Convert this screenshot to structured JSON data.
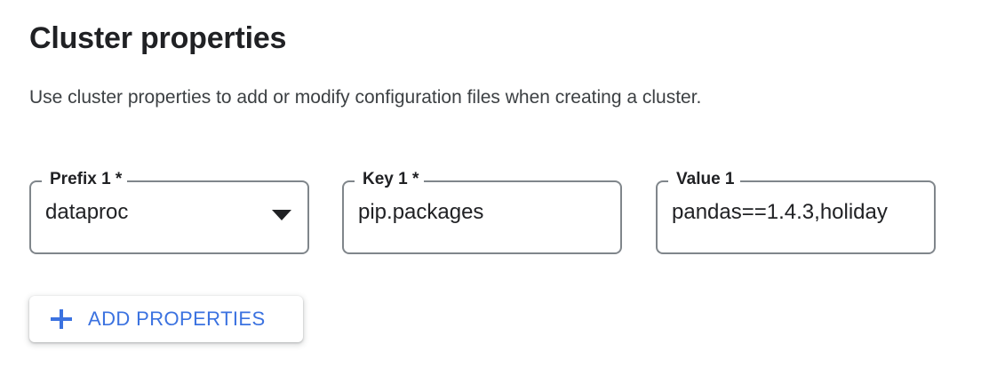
{
  "header": {
    "title": "Cluster properties",
    "subtitle": "Use cluster properties to add or modify configuration files when creating a cluster."
  },
  "properties_row": {
    "prefix": {
      "label": "Prefix 1 *",
      "value": "dataproc",
      "control": "select",
      "icon": "chevron-down-icon"
    },
    "key": {
      "label": "Key 1 *",
      "value": "pip.packages",
      "control": "text"
    },
    "value": {
      "label": "Value 1",
      "value": "pandas==1.4.3,holiday",
      "control": "text"
    }
  },
  "actions": {
    "add_properties_label": "ADD PROPERTIES",
    "add_properties_icon": "plus-icon"
  },
  "colors": {
    "accent_blue": "#3b72e0",
    "outline_gray": "#80868b",
    "text_primary": "#202124",
    "text_secondary": "#3c4043",
    "background": "#ffffff"
  }
}
